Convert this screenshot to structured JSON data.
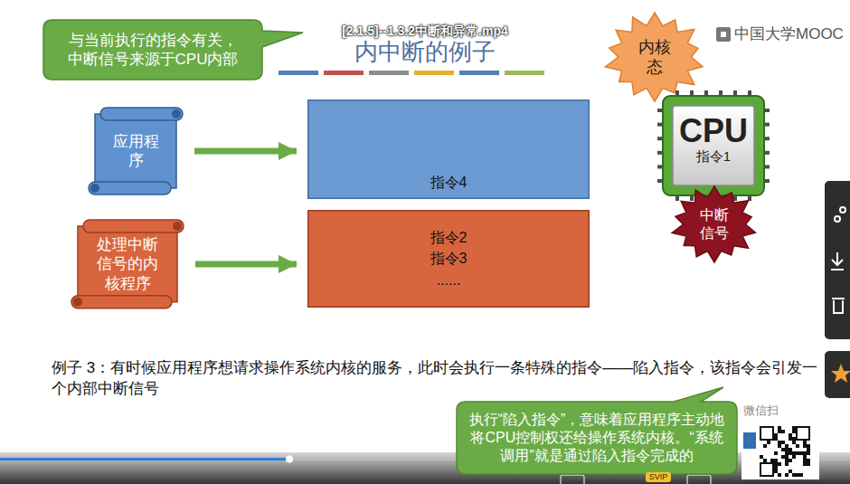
{
  "diagram": {
    "title": "内中断的例子",
    "nodes": [
      {
        "text": [
          "与当前执行的指令有关，中断信号来源于CPU内部"
        ]
      },
      {
        "text": [
          "内核态"
        ]
      },
      {
        "text": [
          "应用程序"
        ]
      },
      {
        "text": [
          "指令4"
        ]
      },
      {
        "text": [
          "CPU",
          "指令1"
        ]
      },
      {
        "text": [
          "中断信号"
        ],
        "in": 4
      },
      {
        "text": [
          "处理中断信号的内核程序"
        ]
      },
      {
        "text": [
          "指令2",
          "指令3",
          "......"
        ]
      },
      {
        "text": [
          "执行“陷入指令”，意味着应用程序主动地将CPU控制权还给操作系统内核。“系统调用”就是通过陷入指令完成的"
        ]
      }
    ],
    "edges": [
      {
        "from": 2,
        "to": 3,
        "arrow": "to"
      },
      {
        "from": 6,
        "to": 7,
        "arrow": "to"
      }
    ],
    "labels": [
      "[2.1.5]--1.3.2中断和异常.mp4",
      "中国大学MOOC",
      "例子 3：有时候应用程序想请求操作系统内核的服务，此时会执行一条特殊的指令——陷入指令，该指令会引发一个内部中断信号",
      "微信扫",
      "SVIP"
    ]
  }
}
